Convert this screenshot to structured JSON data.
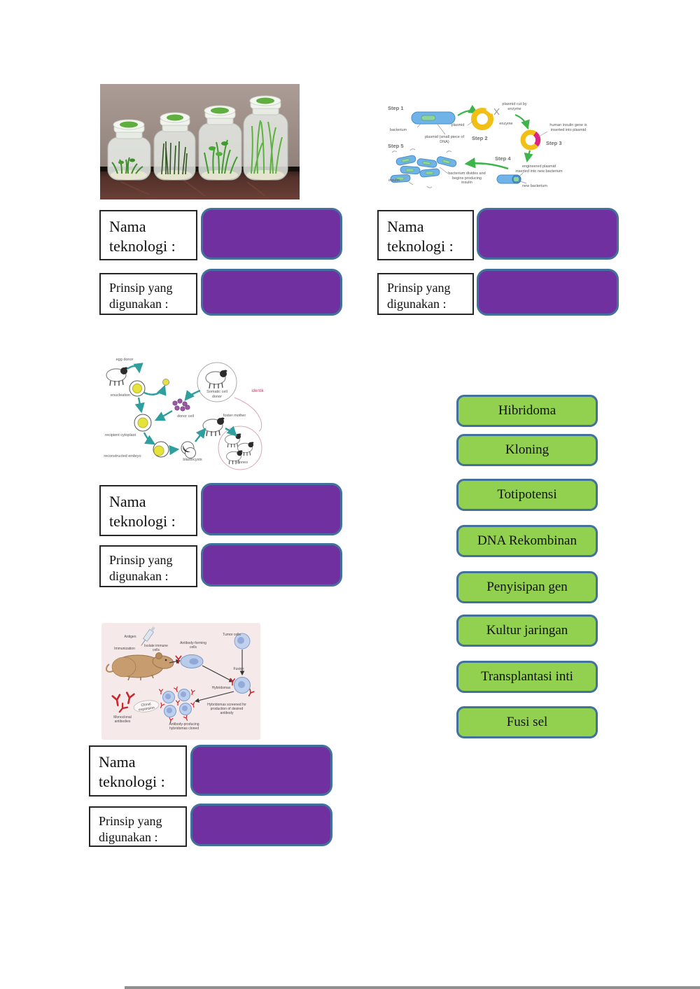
{
  "colors": {
    "dropzone_purple": "#7030A0",
    "button_green": "#92D050",
    "shape_border_blue": "#41719C",
    "label_box_border": "#262626"
  },
  "question_labels": {
    "nama": "Nama teknologi :",
    "prinsip": "Prinsip yang digunakan :"
  },
  "answers": [
    {
      "label": "Hibridoma"
    },
    {
      "label": "Kloning"
    },
    {
      "label": "Totipotensi"
    },
    {
      "label": "DNA Rekombinan"
    },
    {
      "label": "Penyisipan gen"
    },
    {
      "label": "Kultur jaringan"
    },
    {
      "label": "Transplantasi inti"
    },
    {
      "label": "Fusi sel"
    }
  ],
  "fig_recombinant": {
    "step1": "Step 1",
    "step2": "Step 2",
    "step3": "Step 3",
    "step4": "Step 4",
    "step5": "Step 5",
    "bacterium": "bacterium",
    "plasmid_small": "plasmid (small piece of DNA)",
    "plasmid": "plasmid",
    "enzyme": "enzyme",
    "plasmid_cut": "plasmid cut by enzyme",
    "insulin_gene": "human insulin gene is inserted into plasmid",
    "engineered": "engineered plasmid inserted into new bacterium",
    "new_bacterium": "new bacterium",
    "divides": "bacterium divides and begins producing insulin",
    "insulin": "insulin"
  },
  "fig_cloning": {
    "egg_donor": "egg donor",
    "enucleation": "enucleation",
    "recipient_cytoplast": "recipient cytoplast",
    "donor_cell": "donor cell",
    "somatic": "Somatic cell donor",
    "identik": "identik",
    "foster_mother": "foster mother",
    "reconstructed": "reconstructed embryo",
    "blastocysts": "blastocysts",
    "clones": "clones"
  },
  "fig_hybridoma": {
    "antigen": "Antigen",
    "immunization": "Immunization",
    "isolate": "Isolate immune cells",
    "antibody_forming": "Antibody-forming cells",
    "tumor_cells": "Tumor cells",
    "fusion": "Fusion",
    "hybridomas": "Hybridomas",
    "screened": "Hybridomas screened for production of desired antibody",
    "cloned": "Antibody-producing hybridomas cloned",
    "clonal": "Clonal expansion",
    "monoclonal": "Monoclonal antibodies"
  }
}
